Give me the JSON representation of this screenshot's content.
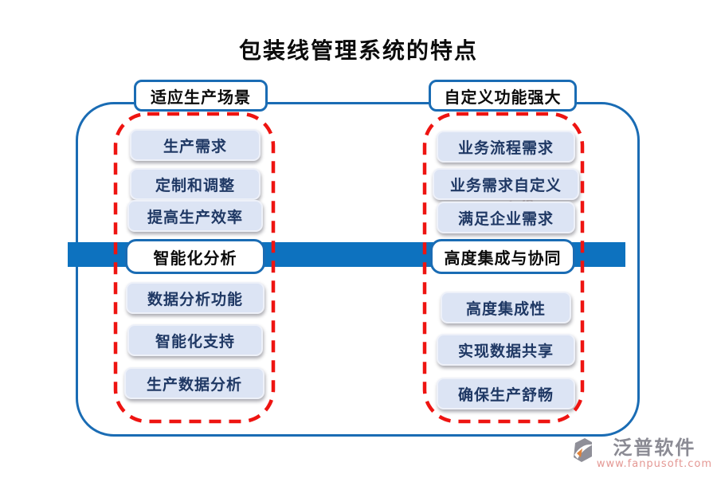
{
  "title": "包装线管理系统的特点",
  "left_group": {
    "header": "适应生产场景",
    "top_items": [
      "生产需求",
      "定制和调整",
      "提高生产效率"
    ],
    "mid_label": "智能化分析",
    "bottom_items": [
      "数据分析功能",
      "智能化支持",
      "生产数据分析"
    ]
  },
  "right_group": {
    "header": "自定义功能强大",
    "top_items": [
      "业务流程需求",
      "业务需求自定义",
      "满足企业需求"
    ],
    "mid_label": "高度集成与协同",
    "bottom_items": [
      "高度集成性",
      "实现数据共享",
      "确保生产舒畅"
    ]
  },
  "watermark": "泛普软件",
  "footer": {
    "brand": "泛普软件",
    "url": "www.fanpusoft.com"
  },
  "colors": {
    "bar_blue": "#0d72bf",
    "border_blue": "#1a6cb4",
    "dashed_red": "#ee1411",
    "item_fill": "#dce4f4",
    "item_text": "#1f3864"
  }
}
